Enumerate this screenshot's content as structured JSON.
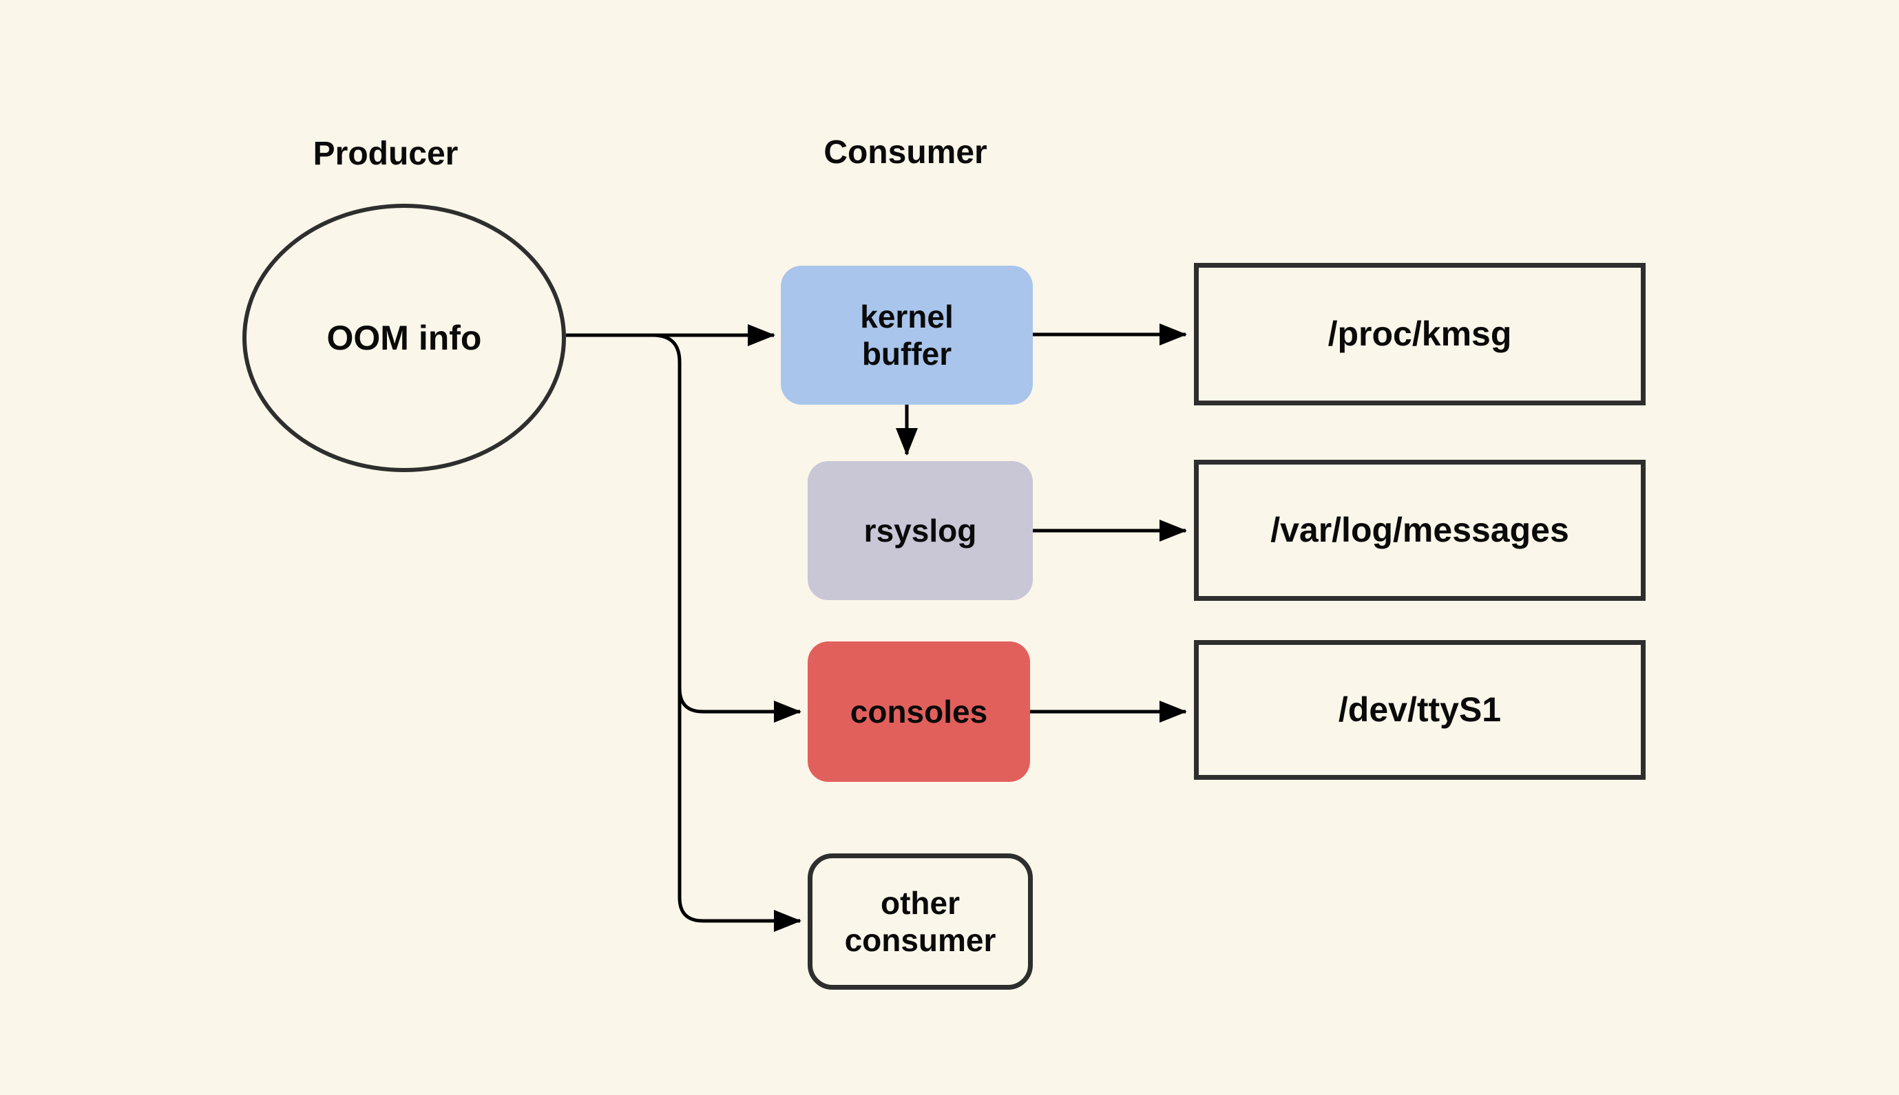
{
  "colors": {
    "background": "#faf6e9",
    "shape_border": "#2e2e2e",
    "arrow": "#000000",
    "text": "#0a0a0a",
    "kernel_buffer_fill": "#a9c5ec",
    "rsyslog_fill": "#c9c6d6",
    "consoles_fill": "#e2605c"
  },
  "headers": {
    "producer": "Producer",
    "consumer": "Consumer"
  },
  "nodes": {
    "oom_info": {
      "label": "OOM info",
      "shape": "ellipse"
    },
    "kernel_buffer": {
      "label": "kernel\nbuffer",
      "shape": "rounded-rect",
      "fill": "#a9c5ec"
    },
    "rsyslog": {
      "label": "rsyslog",
      "shape": "rounded-rect",
      "fill": "#c9c6d6"
    },
    "consoles": {
      "label": "consoles",
      "shape": "rounded-rect",
      "fill": "#e2605c"
    },
    "other_consumer": {
      "label": "other\nconsumer",
      "shape": "rounded-rect-outline"
    },
    "proc_kmsg": {
      "label": "/proc/kmsg",
      "shape": "rect-outline"
    },
    "var_log_messages": {
      "label": "/var/log/messages",
      "shape": "rect-outline"
    },
    "dev_ttys1": {
      "label": "/dev/ttyS1",
      "shape": "rect-outline"
    }
  },
  "edges": [
    {
      "from": "oom_info",
      "to": "kernel_buffer"
    },
    {
      "from": "oom_info",
      "to": "consoles"
    },
    {
      "from": "oom_info",
      "to": "other_consumer"
    },
    {
      "from": "kernel_buffer",
      "to": "proc_kmsg"
    },
    {
      "from": "kernel_buffer",
      "to": "rsyslog"
    },
    {
      "from": "rsyslog",
      "to": "var_log_messages"
    },
    {
      "from": "consoles",
      "to": "dev_ttys1"
    }
  ]
}
